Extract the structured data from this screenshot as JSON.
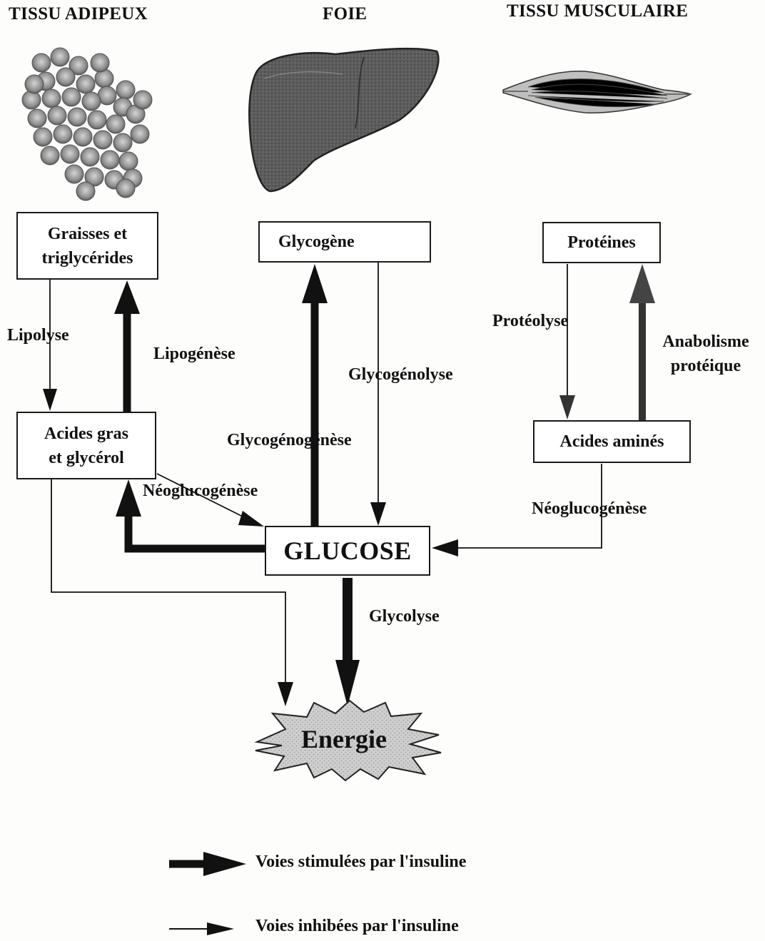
{
  "headings": {
    "adipose": "TISSU ADIPEUX",
    "liver": "FOIE",
    "muscle": "TISSU MUSCULAIRE"
  },
  "boxes": {
    "fats": {
      "line1": "Graisses et",
      "line2": "triglycérides"
    },
    "glycogen": "Glycogène",
    "proteins": "Protéines",
    "fatty_acids": {
      "line1": "Acides gras",
      "line2": "et glycérol"
    },
    "amino_acids": "Acides aminés",
    "glucose": "GLUCOSE",
    "energy": "Energie"
  },
  "pathways": {
    "lipolysis": "Lipolyse",
    "lipogenesis": "Lipogénèse",
    "glycogenolysis": "Glycogénolyse",
    "glycogenogenesis": "Glycogénogénèse",
    "proteolysis": "Protéolyse",
    "protein_anabolism": {
      "line1": "Anabolisme",
      "line2": "protéique"
    },
    "neoglucogenesis_left": "Néoglucogénèse",
    "neoglucogenesis_right": "Néoglucogénèse",
    "glycolysis": "Glycolyse"
  },
  "legend": {
    "stimulated": "Voies stimulées par l'insuline",
    "inhibited": "Voies inhibées par l'insuline"
  },
  "illustrations": {
    "adipose": "adipose-cells-illustration",
    "liver": "liver-illustration",
    "muscle": "muscle-illustration"
  },
  "colors": {
    "ink": "#111111",
    "energy_fill": "#c9c9c9",
    "liver_fill": "#555555",
    "fat_cell_fill": "#9a9a9a"
  }
}
